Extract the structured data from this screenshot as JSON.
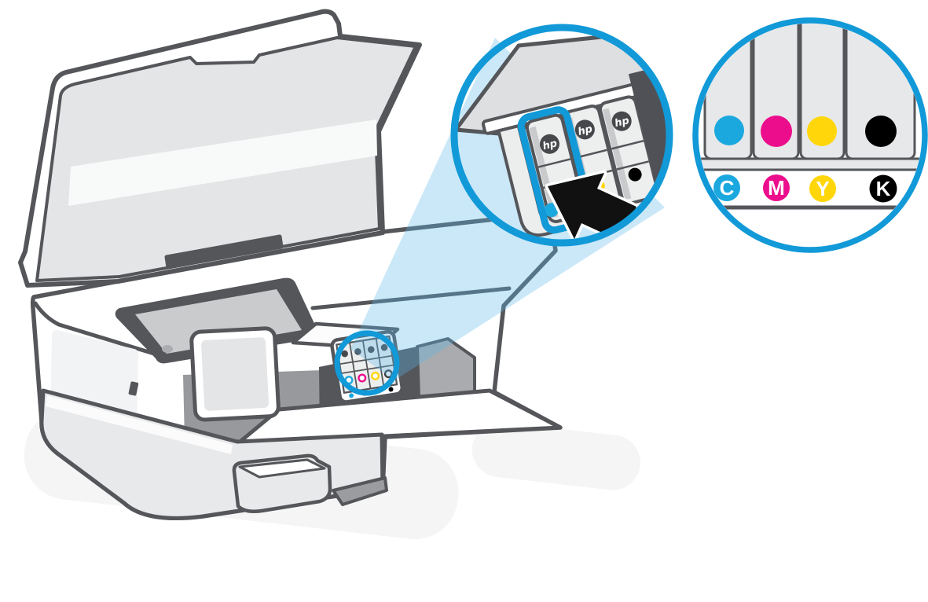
{
  "illustration": {
    "description": "HP printer with lid open: magnified view shows ink cartridges being pushed into the carriage slot, with a CMYK color-order key",
    "brand_logo": "hp"
  },
  "inks": [
    {
      "id": "cyan",
      "label": "C",
      "color": "#1BA8DF"
    },
    {
      "id": "magenta",
      "label": "M",
      "color": "#EC0D8C"
    },
    {
      "id": "yellow",
      "label": "Y",
      "color": "#FFD60A"
    },
    {
      "id": "black",
      "label": "K",
      "color": "#000000"
    }
  ],
  "colors": {
    "outline": "#54565A",
    "hp_blue": "#1299D8",
    "beam_blue": "#59B7E8",
    "panel_gray": "#E4E5E7",
    "bay_top_gray": "#DEDFE1",
    "slot_gray": "#E7E8E9",
    "cartridge_face": "#EDEEEE",
    "cartridge_side": "#C8CACC",
    "logo_dark": "#47484B",
    "dark_fill": "#54565A",
    "recess_floor": "#C9CBCD",
    "front_recess": "#97999D",
    "inner_wall": "#A9ABAE",
    "tray_gray": "#E8E9EA",
    "shadow": "#F5F5F6",
    "arrow_black": "#111111",
    "white": "#FFFFFF"
  }
}
